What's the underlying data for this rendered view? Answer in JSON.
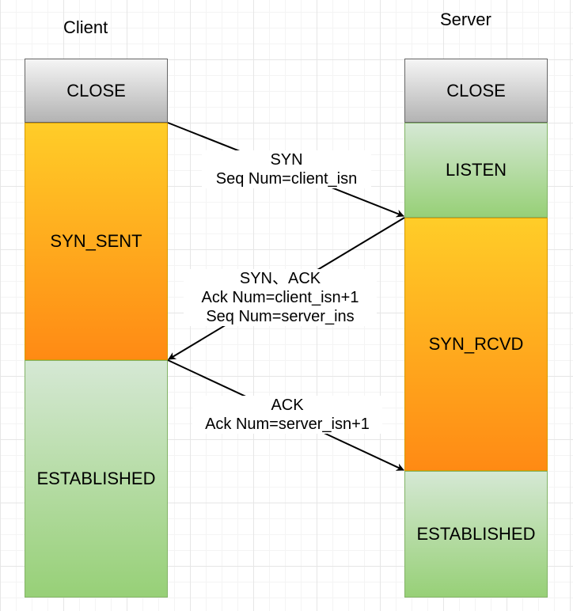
{
  "client": {
    "title": "Client",
    "states": [
      "CLOSE",
      "SYN_SENT",
      "ESTABLISHED"
    ]
  },
  "server": {
    "title": "Server",
    "states": [
      "CLOSE",
      "LISTEN",
      "SYN_RCVD",
      "ESTABLISHED"
    ]
  },
  "messages": [
    {
      "lines": [
        "SYN",
        "Seq Num=client_isn"
      ]
    },
    {
      "lines": [
        "SYN、ACK",
        "Ack Num=client_isn+1",
        "Seq Num=server_ins"
      ]
    },
    {
      "lines": [
        "ACK",
        "Ack Num=server_isn+1"
      ]
    }
  ],
  "colors": {
    "close_fill": "#d0d0d0",
    "active_fill": "#ffab1e",
    "stable_fill": "#b5dca6",
    "grid": "#e6e6e6"
  }
}
